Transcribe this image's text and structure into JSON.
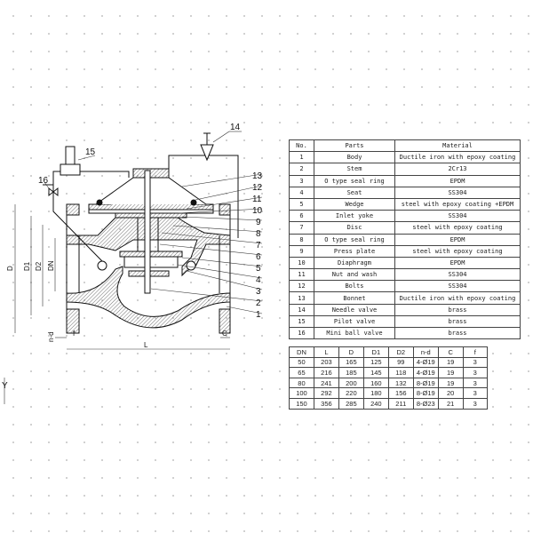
{
  "drawing": {
    "part_labels": [
      "1",
      "2",
      "3",
      "4",
      "5",
      "6",
      "7",
      "8",
      "9",
      "10",
      "11",
      "12",
      "13",
      "14",
      "15",
      "16"
    ],
    "dimension_labels": {
      "D": "D",
      "D1": "D1",
      "D2": "D2",
      "DN": "DN",
      "L": "L",
      "f": "f",
      "C": "C",
      "nd": "n-d"
    },
    "axis_label": "Y"
  },
  "parts_table": {
    "headers": [
      "No.",
      "Parts",
      "Material"
    ],
    "rows": [
      [
        "1",
        "Body",
        "Ductile iron with epoxy coating"
      ],
      [
        "2",
        "Stem",
        "2Cr13"
      ],
      [
        "3",
        "O type seal ring",
        "EPDM"
      ],
      [
        "4",
        "Seat",
        "SS304"
      ],
      [
        "5",
        "Wedge",
        "steel with epoxy coating +EPDM"
      ],
      [
        "6",
        "Inlet yoke",
        "SS304"
      ],
      [
        "7",
        "Disc",
        "steel with epoxy coating"
      ],
      [
        "8",
        "O type seal ring",
        "EPDM"
      ],
      [
        "9",
        "Press plate",
        "steel with epoxy coating"
      ],
      [
        "10",
        "Diaphragm",
        "EPDM"
      ],
      [
        "11",
        "Nut and wash",
        "SS304"
      ],
      [
        "12",
        "Bolts",
        "SS304"
      ],
      [
        "13",
        "Bonnet",
        "Ductile iron with epoxy coating"
      ],
      [
        "14",
        "Needle valve",
        "brass"
      ],
      [
        "15",
        "Pilot valve",
        "brass"
      ],
      [
        "16",
        "Mini ball valve",
        "brass"
      ]
    ]
  },
  "dimension_table": {
    "headers": [
      "DN",
      "L",
      "D",
      "D1",
      "D2",
      "n-d",
      "C",
      "f"
    ],
    "rows": [
      [
        "50",
        "203",
        "165",
        "125",
        "99",
        "4-Ø19",
        "19",
        "3"
      ],
      [
        "65",
        "216",
        "185",
        "145",
        "118",
        "4-Ø19",
        "19",
        "3"
      ],
      [
        "80",
        "241",
        "200",
        "160",
        "132",
        "8-Ø19",
        "19",
        "3"
      ],
      [
        "100",
        "292",
        "220",
        "180",
        "156",
        "8-Ø19",
        "20",
        "3"
      ],
      [
        "150",
        "356",
        "285",
        "240",
        "211",
        "8-Ø23",
        "21",
        "3"
      ]
    ]
  }
}
